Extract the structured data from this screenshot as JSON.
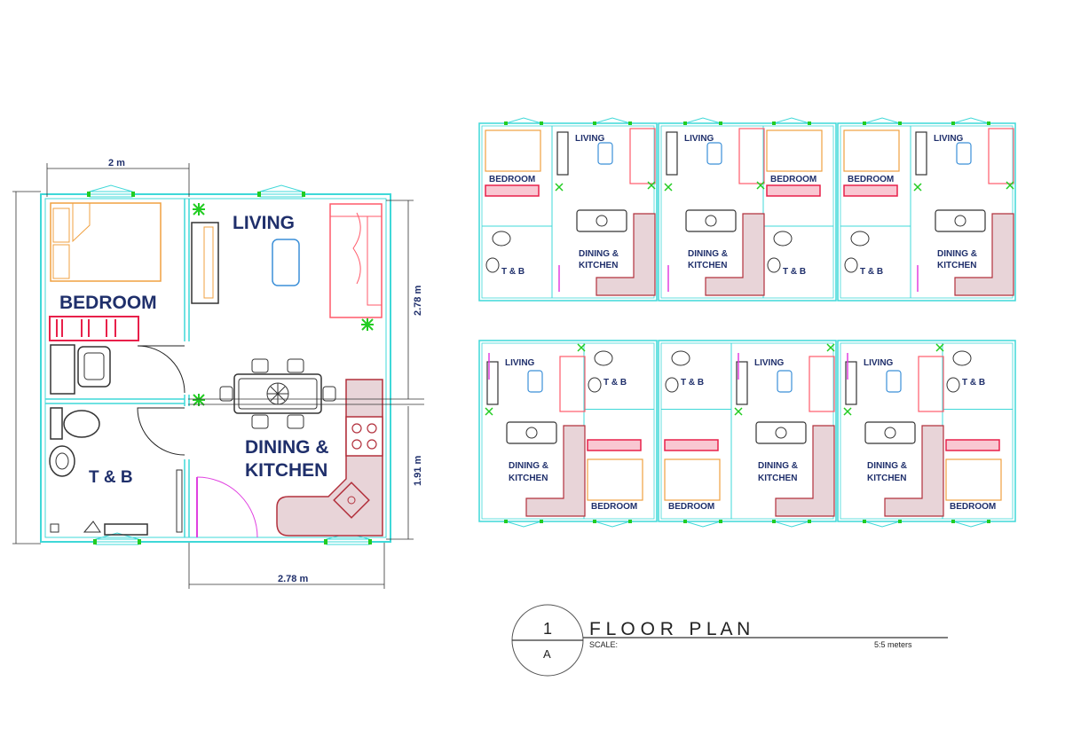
{
  "main_plan": {
    "labels": {
      "living": "LIVING",
      "bedroom": "BEDROOM",
      "dining_line1": "DINING &",
      "dining_line2": "KITCHEN",
      "tb": "T & B"
    },
    "dimensions": {
      "top_width": "2 m",
      "right_upper": "2.78 m",
      "right_lower": "1.91 m",
      "bottom_width": "2.78 m"
    }
  },
  "mini_labels": {
    "living": "LIVING",
    "bedroom": "BEDROOM",
    "dining_line1": "DINING &",
    "dining_line2": "KITCHEN",
    "tb": "T & B"
  },
  "title_block": {
    "number": "1",
    "letter": "A",
    "title": "F L O O R   P L A N",
    "scale_label": "SCALE:",
    "scale_value": "5:5 meters"
  },
  "colors": {
    "wall": "#3fd8d8",
    "text": "#1f2f6b",
    "bed": "#f0a040",
    "sofa": "#ff5a6a",
    "counter": "#b2303c",
    "door_pink": "#e040e0",
    "plant": "#22cc22"
  }
}
